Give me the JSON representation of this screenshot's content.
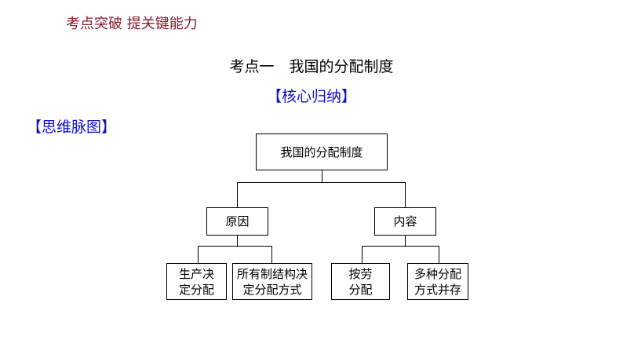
{
  "header": "考点突破 提关键能力",
  "title": "考点一　我国的分配制度",
  "section_core": "【核心归纳】",
  "section_mind": "【思维脉图】",
  "diagram": {
    "root": "我国的分配制度",
    "left": {
      "label": "原因",
      "children": [
        "生产决\n定分配",
        "所有制结构决\n定分配方式"
      ]
    },
    "right": {
      "label": "内容",
      "children": [
        "按劳\n分配",
        "多种分配\n方式并存"
      ]
    }
  }
}
